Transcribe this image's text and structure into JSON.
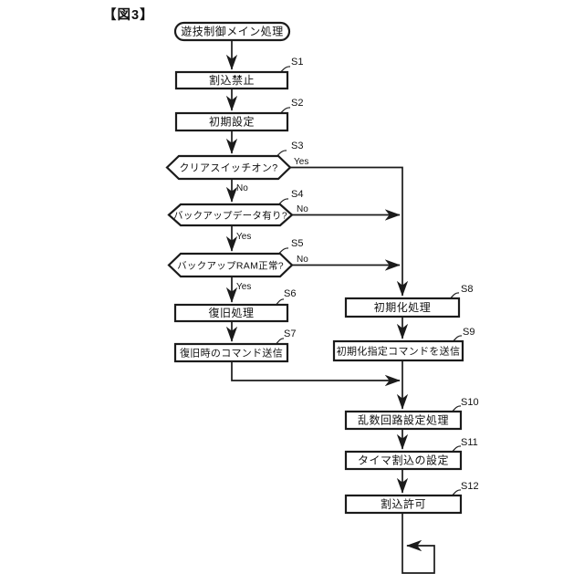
{
  "figure": {
    "title": "【図3】",
    "start_label": "遊技制御メイン処理"
  },
  "colors": {
    "ink": "#1b1b1b",
    "paper": "#ffffff"
  },
  "flowchart": {
    "steps": [
      {
        "id": "S1",
        "type": "process",
        "label": "割込禁止"
      },
      {
        "id": "S2",
        "type": "process",
        "label": "初期設定"
      },
      {
        "id": "S3",
        "type": "decision",
        "label": "クリアスイッチオン?",
        "branch": {
          "yes": "Yes",
          "no": "No"
        }
      },
      {
        "id": "S4",
        "type": "decision",
        "label": "バックアップデータ有り?",
        "branch": {
          "yes": "Yes",
          "no": "No"
        }
      },
      {
        "id": "S5",
        "type": "decision",
        "label": "バックアップRAM正常?",
        "branch": {
          "yes": "Yes",
          "no": "No"
        }
      },
      {
        "id": "S6",
        "type": "process",
        "label": "復旧処理"
      },
      {
        "id": "S7",
        "type": "process",
        "label": "復旧時のコマンド送信"
      },
      {
        "id": "S8",
        "type": "process",
        "label": "初期化処理"
      },
      {
        "id": "S9",
        "type": "process",
        "label": "初期化指定コマンドを送信"
      },
      {
        "id": "S10",
        "type": "process",
        "label": "乱数回路設定処理"
      },
      {
        "id": "S11",
        "type": "process",
        "label": "タイマ割込の設定"
      },
      {
        "id": "S12",
        "type": "process",
        "label": "割込許可"
      }
    ]
  }
}
